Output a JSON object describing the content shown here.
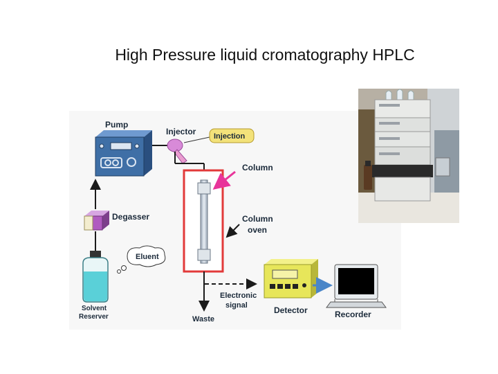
{
  "title": "High Pressure liquid cromatography HPLC",
  "labels": {
    "pump": "Pump",
    "injector": "Injector",
    "injection": "Injection",
    "column": "Column",
    "column_oven_1": "Column",
    "column_oven_2": "oven",
    "degasser": "Degasser",
    "eluent": "Eluent",
    "solvent_1": "Solvent",
    "solvent_2": "Reserver",
    "waste": "Waste",
    "electronic_1": "Electronic",
    "electronic_2": "signal",
    "detector": "Detector",
    "recorder": "Recorder"
  },
  "colors": {
    "pump_body": "#3f6fa6",
    "injector": "#d88ad8",
    "injection_callout": "#f3e27a",
    "column_frame": "#e23a3a",
    "column_arrow": "#e8359a",
    "degasser": "#b05bc0",
    "solvent": "#5ad0d8",
    "detector_body": "#e7e65a",
    "signal_arrow": "#4a86c8",
    "recorder_screen": "#000000"
  }
}
